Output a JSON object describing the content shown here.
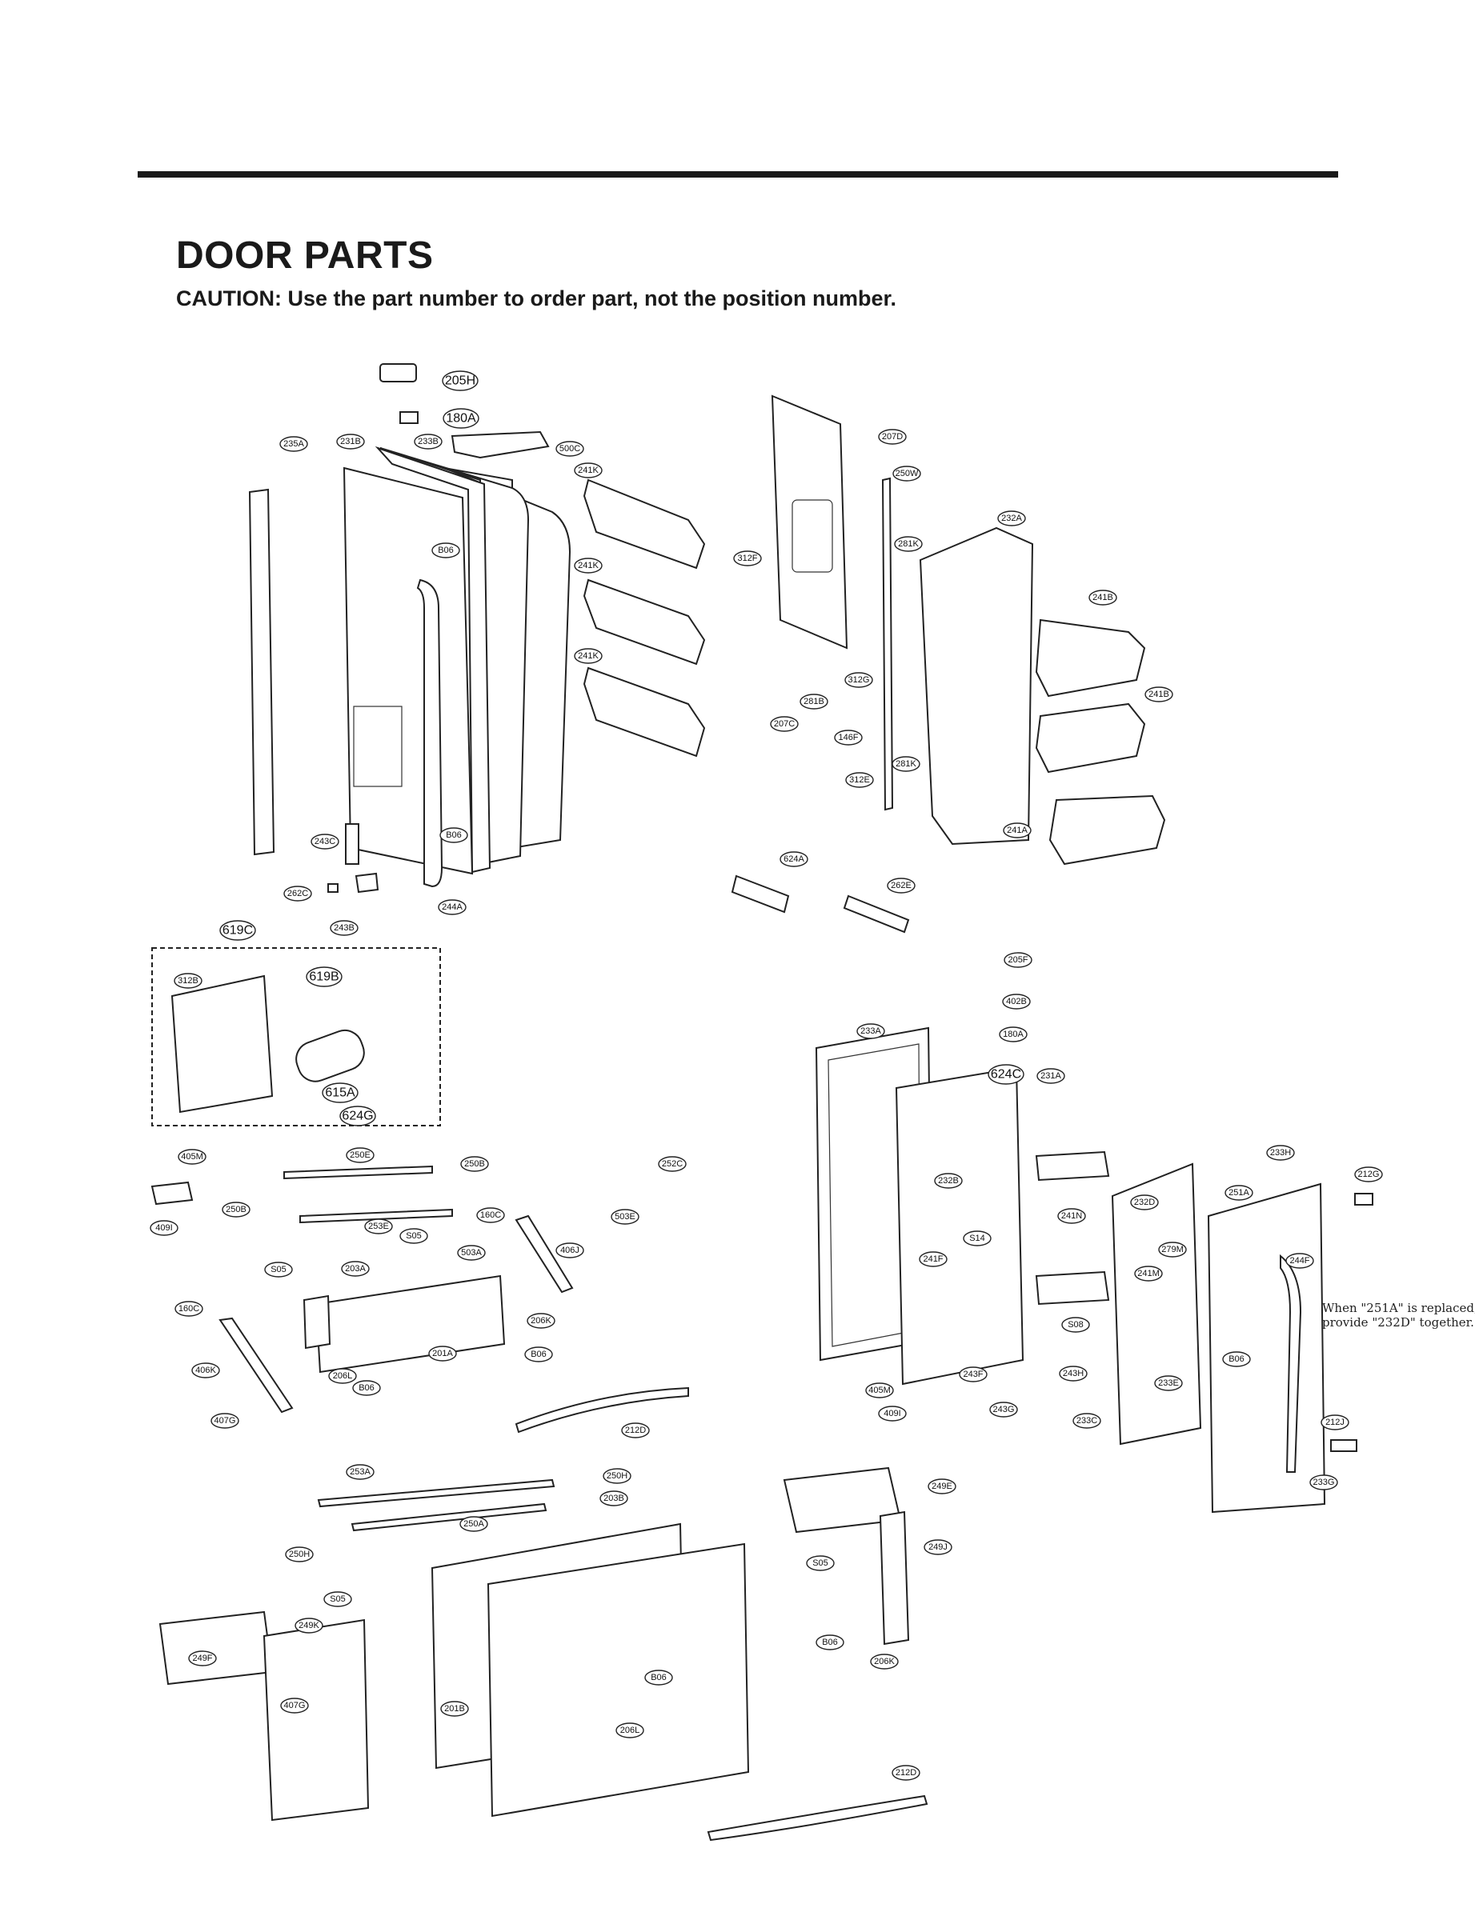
{
  "header": {
    "title": "DOOR PARTS",
    "caution": "CAUTION: Use the part number to order part, not the position number."
  },
  "note": "When \"251A\" is replaced, provide \"232D\" together.",
  "callouts": [
    "205H",
    "180A",
    "500C",
    "235A",
    "231B",
    "233B",
    "241K",
    "241K",
    "241K",
    "B06",
    "B06",
    "243C",
    "262C",
    "243B",
    "244A",
    "207D",
    "250W",
    "232A",
    "281K",
    "312F",
    "241B",
    "241B",
    "312G",
    "281B",
    "207C",
    "146F",
    "281K",
    "312E",
    "241A",
    "624A",
    "262E",
    "619C",
    "312B",
    "619B",
    "624C",
    "615A",
    "624G",
    "205F",
    "402B",
    "180A",
    "233A",
    "231A",
    "233H",
    "212G",
    "232B",
    "252C",
    "241N",
    "232D",
    "251A",
    "S14",
    "241F",
    "279M",
    "241M",
    "244F",
    "S08",
    "B06",
    "233E",
    "243F",
    "243H",
    "405M",
    "243G",
    "409I",
    "233C",
    "212J",
    "233G",
    "405M",
    "250E",
    "250B",
    "250B",
    "409I",
    "253E",
    "160C",
    "503E",
    "S05",
    "503A",
    "406J",
    "S05",
    "203A",
    "160C",
    "206K",
    "201A",
    "B06",
    "406K",
    "206L",
    "B06",
    "407G",
    "212D",
    "253A",
    "250H",
    "203B",
    "250A",
    "249E",
    "250H",
    "S05",
    "249J",
    "S05",
    "249K",
    "B06",
    "206K",
    "249F",
    "B06",
    "407G",
    "201B",
    "206L",
    "212D"
  ]
}
